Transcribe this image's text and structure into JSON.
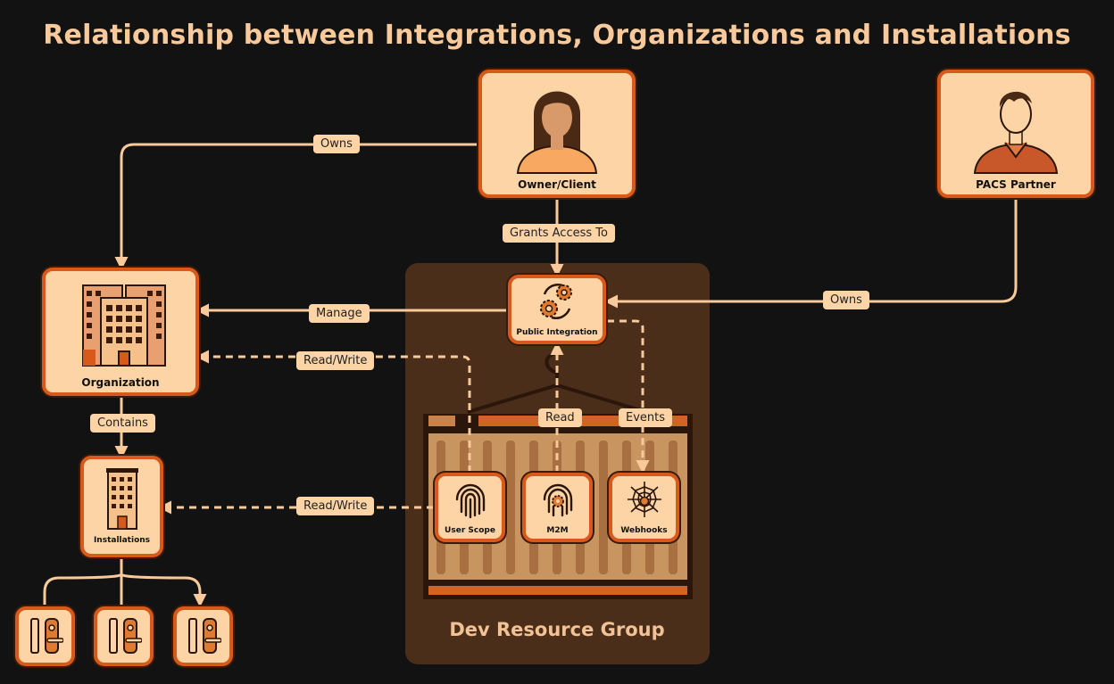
{
  "title": "Relationship between Integrations, Organizations and Installations",
  "group": {
    "label": "Dev Resource Group"
  },
  "nodes": {
    "owner": "Owner/Client",
    "partner": "PACS Partner",
    "organization": "Organization",
    "integration": "Public Integration",
    "installations": "Installations",
    "user_scope": "User Scope",
    "m2m": "M2M",
    "webhooks": "Webhooks"
  },
  "edges": {
    "owns_org": "Owns",
    "grants_access": "Grants Access To",
    "owns_integration": "Owns",
    "manage": "Manage",
    "read_write_org": "Read/Write",
    "contains": "Contains",
    "read": "Read",
    "events": "Events",
    "read_write_inst": "Read/Write"
  },
  "colors": {
    "background": "#121212",
    "accent": "#d85a1a",
    "node_fill": "#fcd4a6",
    "group_fill": "#4a2e1a",
    "line": "#f8c99a"
  },
  "icons": {
    "owner": "woman-avatar-icon",
    "partner": "man-avatar-icon",
    "organization": "office-building-icon",
    "integration": "gears-cycle-icon",
    "installations": "tower-building-icon",
    "user_scope": "fingerprint-icon",
    "m2m": "fingerprint-gear-icon",
    "webhooks": "spider-web-icon",
    "lock": "door-lock-icon",
    "container": "shipping-container-icon"
  }
}
